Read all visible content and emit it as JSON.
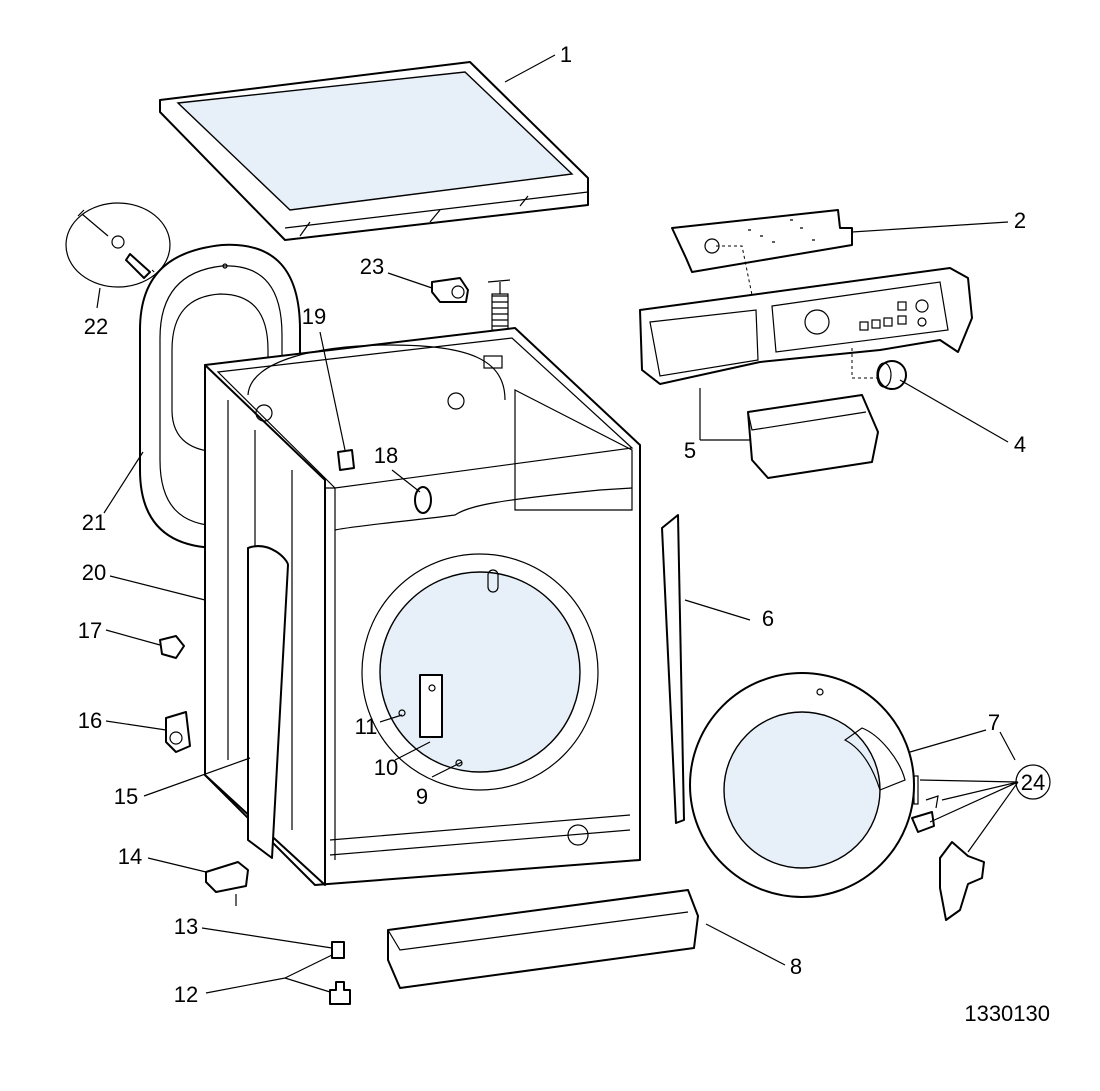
{
  "diagram_code": "1330130",
  "labels": {
    "l1": "1",
    "l2": "2",
    "l4": "4",
    "l5": "5",
    "l6": "6",
    "l7": "7",
    "l8": "8",
    "l9": "9",
    "l10": "10",
    "l11": "11",
    "l12": "12",
    "l13": "13",
    "l14": "14",
    "l15": "15",
    "l16": "16",
    "l17": "17",
    "l18": "18",
    "l19": "19",
    "l20": "20",
    "l21": "21",
    "l22": "22",
    "l23": "23",
    "l24": "24"
  }
}
